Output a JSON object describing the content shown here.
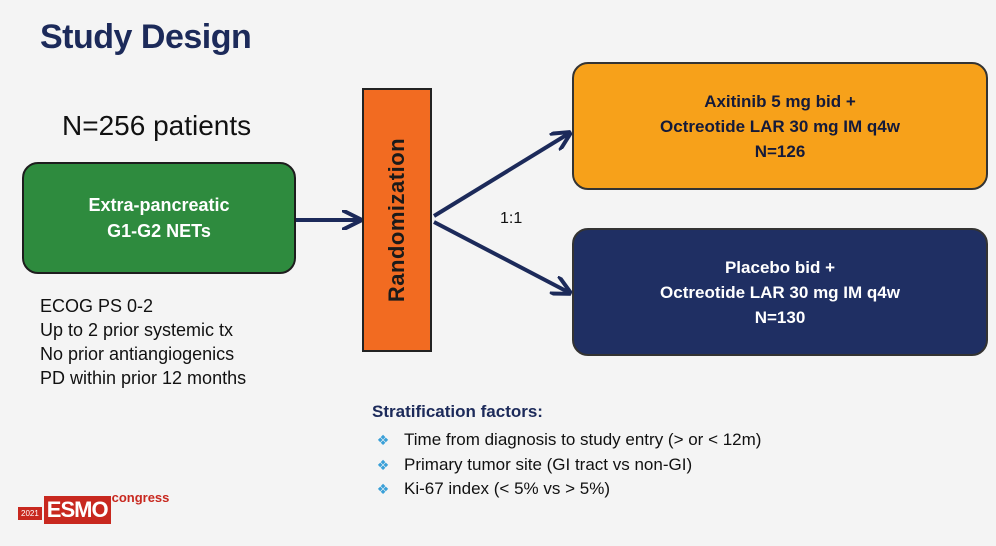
{
  "title": "Study Design",
  "patients": "N=256 patients",
  "population": {
    "line1": "Extra-pancreatic",
    "line2": "G1-G2 NETs"
  },
  "randomization": "Randomization",
  "ratio": "1:1",
  "arm_experimental": {
    "line1": "Axitinib 5 mg bid +",
    "line2": "Octreotide LAR 30 mg IM q4w",
    "line3": "N=126"
  },
  "arm_control": {
    "line1": "Placebo bid +",
    "line2": "Octreotide LAR 30 mg IM q4w",
    "line3": "N=130"
  },
  "eligibility": [
    "ECOG PS 0-2",
    "Up to 2 prior systemic tx",
    "No prior antiangiogenics",
    "PD within prior 12 months"
  ],
  "stratification": {
    "title": "Stratification factors:",
    "items": [
      "Time from diagnosis to study entry (> or < 12m)",
      "Primary tumor site (GI tract vs non-GI)",
      "Ki-67 index (< 5% vs > 5%)"
    ]
  },
  "logo": {
    "year": "2021",
    "name": "ESMO",
    "suffix": "congress"
  },
  "colors": {
    "population": "#2e8b3e",
    "randomization": "#f26b21",
    "experimental": "#f7a11a",
    "control": "#1f2f63",
    "arrow": "#1c2a5a",
    "bullet": "#3aa0d8"
  }
}
